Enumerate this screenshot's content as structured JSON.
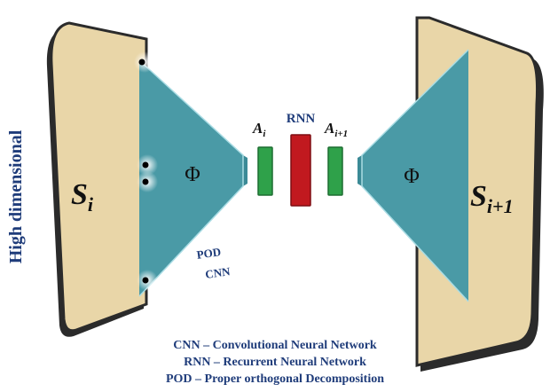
{
  "diagram": {
    "side_label": "High dimensional",
    "left_panel": {
      "label_main": "S",
      "label_sub": "i"
    },
    "right_panel": {
      "label_main": "S",
      "label_sub": "i+1"
    },
    "encoder_symbol": "Φ",
    "decoder_symbol": "Φ",
    "encoder_method_top": "POD",
    "encoder_method_bottom": "CNN",
    "latent_left": {
      "main": "A",
      "sub": "i"
    },
    "latent_right": {
      "main": "A",
      "sub": "i+1"
    },
    "rnn_label": "RNN"
  },
  "legend": {
    "cnn": "CNN – Convolutional Neural Network",
    "rnn": "RNN – Recurrent Neural Network",
    "pod": "POD – Proper orthogonal Decomposition"
  },
  "colors": {
    "panel": "#e9d6a8",
    "panel_edge": "#2b2b2b",
    "triangle": "#4a9aa6",
    "latent": "#2fa14a",
    "rnn_block": "#c1191f",
    "text_blue": "#1f3c7a"
  }
}
